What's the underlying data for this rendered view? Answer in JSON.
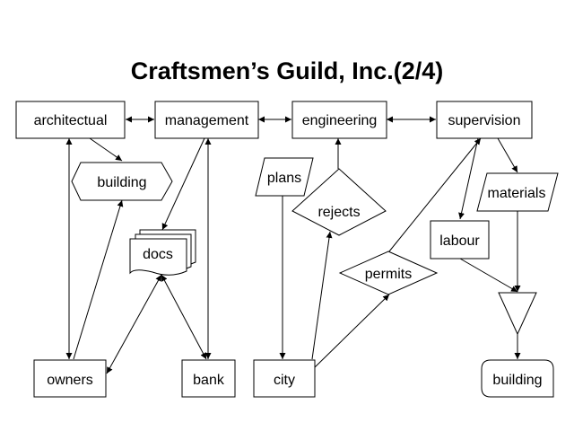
{
  "title": "Craftsmen’s Guild, Inc.(2/4)",
  "nodes": {
    "architectual": "architectual",
    "management": "management",
    "engineering": "engineering",
    "supervision": "supervision",
    "building_top": "building",
    "plans": "plans",
    "rejects": "rejects",
    "materials": "materials",
    "labour": "labour",
    "docs": "docs",
    "permits": "permits",
    "owners": "owners",
    "bank": "bank",
    "city": "city",
    "building_bottom": "building"
  }
}
